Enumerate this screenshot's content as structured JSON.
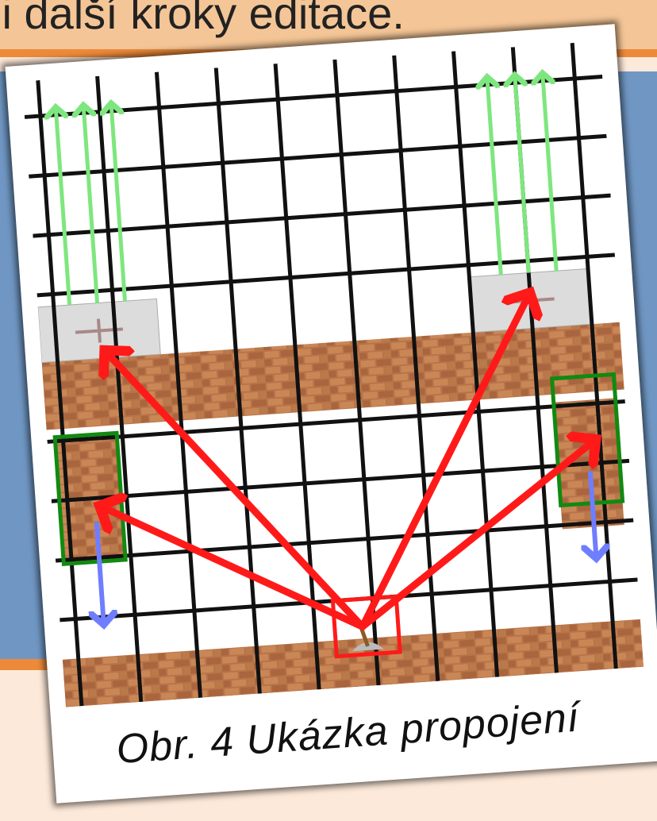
{
  "slide": {
    "title_fragment": "ji další kroky editace.",
    "caption": "Obr. 4 Ukázka propojení"
  },
  "colors": {
    "header_bg": "#f4c596",
    "accent_orange": "#ed8a3a",
    "panel_blue": "#7097c4",
    "page_beige": "#fde9d9",
    "arrow_red": "#ff1a1a",
    "box_green": "#118a11",
    "arrow_blue": "#6f7dff",
    "arrow_light_green": "#7ee67e",
    "brick": "#b9734a"
  },
  "figure": {
    "description_icons": [
      "brick-wall",
      "piston-block",
      "lever",
      "connection-arrow"
    ]
  }
}
